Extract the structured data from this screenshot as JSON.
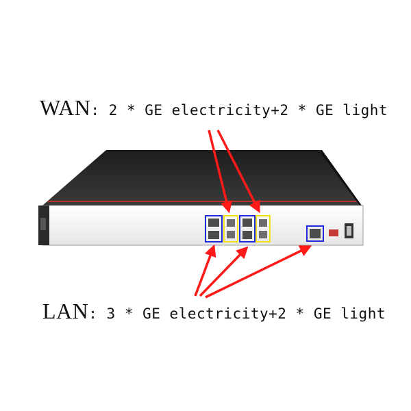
{
  "wan": {
    "lead": "WAN",
    "rest": ": 2 * GE electricity+2 * GE light"
  },
  "lan": {
    "lead": "LAN",
    "rest": ": 3 * GE electricity+2 * GE light"
  },
  "colors": {
    "arrow": "#ff1a1a",
    "electric_port_box": "#1f2bd8",
    "optical_port_box": "#f0e21c",
    "chassis_top": "#2b2b2b",
    "front_panel": "#f2f2f2",
    "accent_stripe": "#b8322e"
  },
  "icons": [
    "rj45-port-icon",
    "sfp-port-icon",
    "console-port-icon",
    "usb-port-icon"
  ]
}
